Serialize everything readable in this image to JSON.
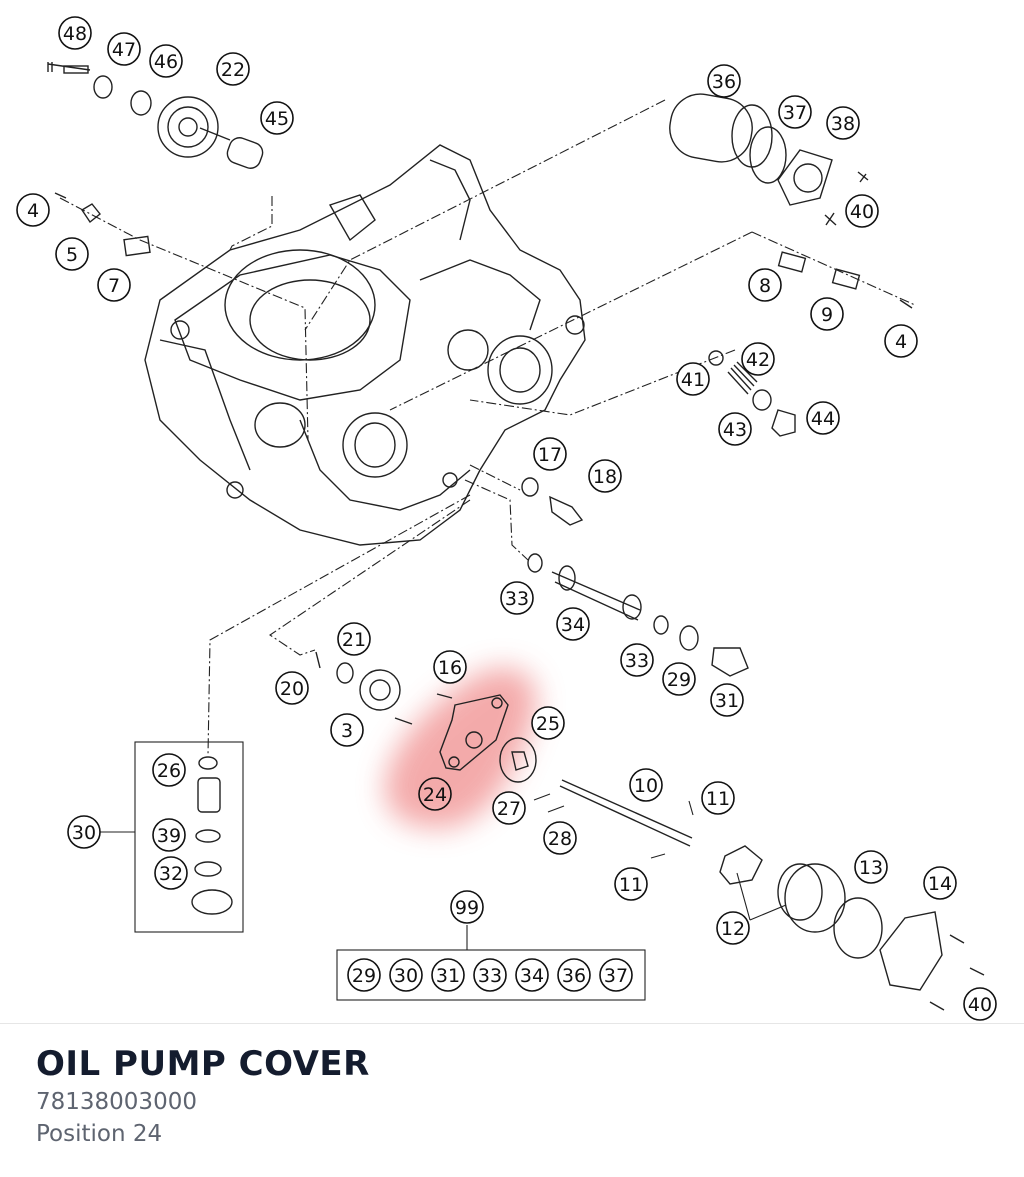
{
  "diagram": {
    "highlight_color": "#f29c9c",
    "highlighted_callout": "24",
    "callouts": [
      {
        "id": "c48",
        "label": "48"
      },
      {
        "id": "c47",
        "label": "47"
      },
      {
        "id": "c46",
        "label": "46"
      },
      {
        "id": "c22",
        "label": "22"
      },
      {
        "id": "c45",
        "label": "45"
      },
      {
        "id": "c4a",
        "label": "4"
      },
      {
        "id": "c5",
        "label": "5"
      },
      {
        "id": "c7",
        "label": "7"
      },
      {
        "id": "c36",
        "label": "36"
      },
      {
        "id": "c37",
        "label": "37"
      },
      {
        "id": "c38",
        "label": "38"
      },
      {
        "id": "c40a",
        "label": "40"
      },
      {
        "id": "c8",
        "label": "8"
      },
      {
        "id": "c9",
        "label": "9"
      },
      {
        "id": "c4b",
        "label": "4"
      },
      {
        "id": "c42",
        "label": "42"
      },
      {
        "id": "c41",
        "label": "41"
      },
      {
        "id": "c43",
        "label": "43"
      },
      {
        "id": "c44",
        "label": "44"
      },
      {
        "id": "c17",
        "label": "17"
      },
      {
        "id": "c18",
        "label": "18"
      },
      {
        "id": "c33a",
        "label": "33"
      },
      {
        "id": "c34",
        "label": "34"
      },
      {
        "id": "c33b",
        "label": "33"
      },
      {
        "id": "c29",
        "label": "29"
      },
      {
        "id": "c31",
        "label": "31"
      },
      {
        "id": "c21",
        "label": "21"
      },
      {
        "id": "c20",
        "label": "20"
      },
      {
        "id": "c16",
        "label": "16"
      },
      {
        "id": "c3",
        "label": "3"
      },
      {
        "id": "c25",
        "label": "25"
      },
      {
        "id": "c24",
        "label": "24"
      },
      {
        "id": "c26",
        "label": "26"
      },
      {
        "id": "c30",
        "label": "30"
      },
      {
        "id": "c39",
        "label": "39"
      },
      {
        "id": "c32",
        "label": "32"
      },
      {
        "id": "c27",
        "label": "27"
      },
      {
        "id": "c28",
        "label": "28"
      },
      {
        "id": "c10",
        "label": "10"
      },
      {
        "id": "c11a",
        "label": "11"
      },
      {
        "id": "c11b",
        "label": "11"
      },
      {
        "id": "c12",
        "label": "12"
      },
      {
        "id": "c13",
        "label": "13"
      },
      {
        "id": "c14",
        "label": "14"
      },
      {
        "id": "c40b",
        "label": "40"
      },
      {
        "id": "c99",
        "label": "99"
      }
    ],
    "kit_items": [
      "29",
      "30",
      "31",
      "33",
      "34",
      "36",
      "37"
    ]
  },
  "part": {
    "name": "OIL PUMP COVER",
    "number": "78138003000",
    "position": "Position 24"
  }
}
